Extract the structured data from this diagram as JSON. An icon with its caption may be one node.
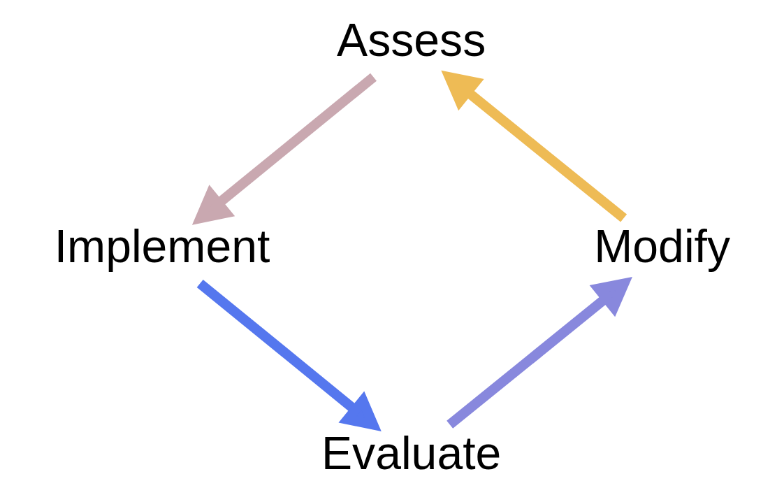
{
  "diagram": {
    "nodes": [
      {
        "text": [
          "Assess"
        ]
      },
      {
        "text": [
          "Implement"
        ]
      },
      {
        "text": [
          "Evaluate"
        ]
      },
      {
        "text": [
          "Modify"
        ]
      }
    ],
    "edges": [
      {
        "from": 0,
        "to": 1,
        "arrow": "to",
        "color": "#c9a8b0"
      },
      {
        "from": 1,
        "to": 2,
        "arrow": "to",
        "color": "#5577ee"
      },
      {
        "from": 2,
        "to": 3,
        "arrow": "to",
        "color": "#8888dd"
      },
      {
        "from": 3,
        "to": 0,
        "arrow": "to",
        "color": "#eebb55"
      }
    ]
  }
}
